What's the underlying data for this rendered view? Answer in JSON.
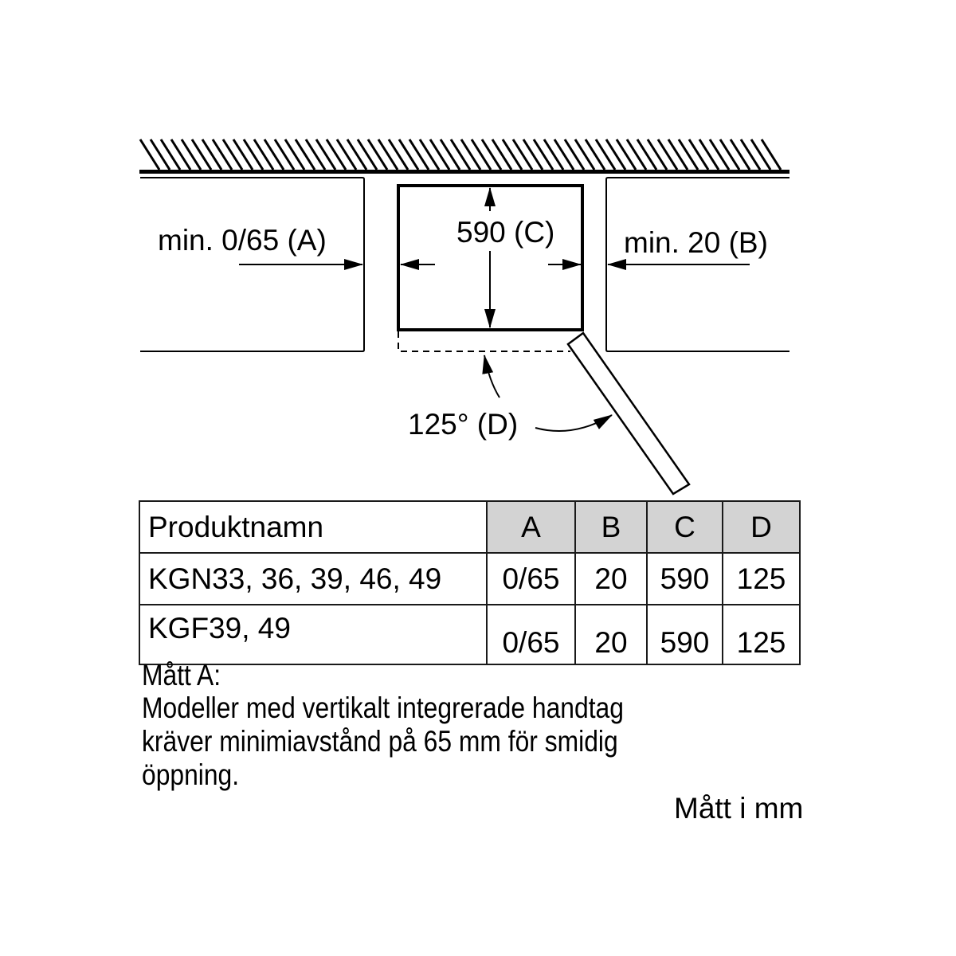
{
  "diagram": {
    "label_a": "min. 0/65 (A)",
    "label_c": "590 (C)",
    "label_b": "min. 20 (B)",
    "label_d": "125° (D)"
  },
  "table": {
    "headers": [
      "Produktnamn",
      "A",
      "B",
      "C",
      "D"
    ],
    "rows": [
      {
        "product": "KGN33, 36, 39, 46, 49",
        "A": "0/65",
        "B": "20",
        "C": "590",
        "D": "125"
      },
      {
        "product": "KGF39, 49",
        "A": "0/65",
        "B": "20",
        "C": "590",
        "D": "125"
      }
    ],
    "header_fill": "#d3d3d3"
  },
  "note": {
    "title": "Mått A:",
    "lines": [
      "Modeller med vertikalt integrerade handtag",
      "kräver minimiavstånd på 65 mm för smidig",
      "öppning."
    ]
  },
  "units": "Mått i mm"
}
